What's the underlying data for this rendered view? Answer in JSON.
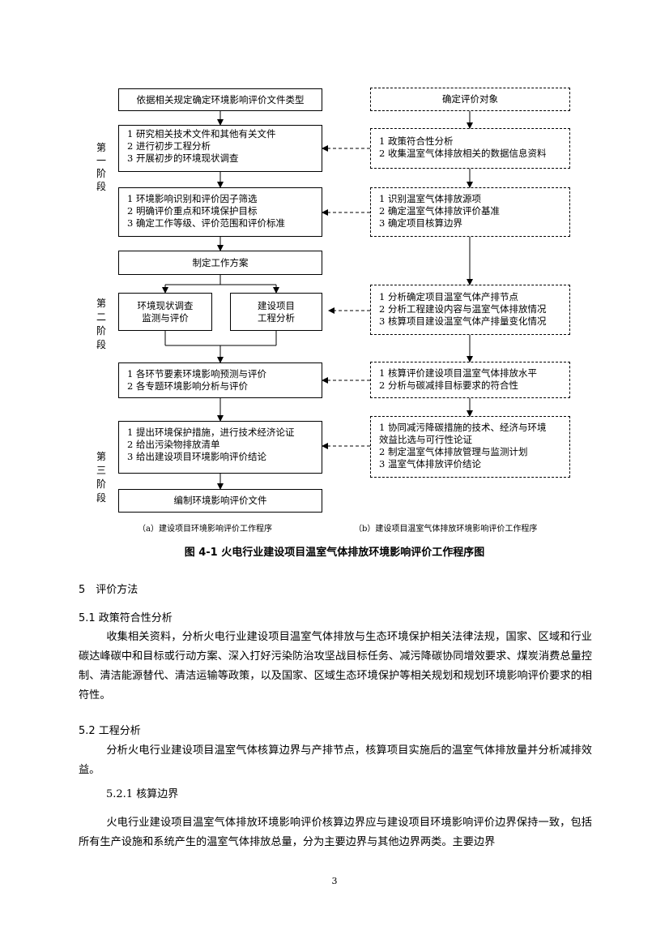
{
  "left_flow": {
    "box1": "依据相关规定确定环境影响评价文件类型",
    "box2": [
      "1 研究相关技术文件和其他有关文件",
      "2 进行初步工程分析",
      "3 开展初步的环境现状调查"
    ],
    "box3": [
      "1 环境影响识别和评价因子筛选",
      "2 明确评价重点和环境保护目标",
      "3 确定工作等级、评价范围和评价标准"
    ],
    "box4": "制定工作方案",
    "box5a": [
      "环境现状调查",
      "监测与评价"
    ],
    "box5b": [
      "建设项目",
      "工程分析"
    ],
    "box6": [
      "1 各环节要素环境影响预测与评价",
      "2 各专题环境影响分析与评价"
    ],
    "box7": [
      "1 提出环境保护措施，进行技术经济论证",
      "2 给出污染物排放清单",
      "3 给出建设项目环境影响评价结论"
    ],
    "box8": "编制环境影响评价文件"
  },
  "right_flow": {
    "box1": "确定评价对象",
    "box2": [
      "1 政策符合性分析",
      "2 收集温室气体排放相关的数据信息资料"
    ],
    "box3": [
      "1 识别温室气体排放源项",
      "2 确定温室气体排放评价基准",
      "3 确定项目核算边界"
    ],
    "box4": [
      "1 分析确定项目温室气体产排节点",
      "2 分析工程建设内容与温室气体排放情况",
      "3 核算项目建设温室气体产排量变化情况"
    ],
    "box5": [
      "1 核算评价建设项目温室气体排放水平",
      "2 分析与碳减排目标要求的符合性"
    ],
    "box6": [
      "1 协同减污降碳措施的技术、经济与环境",
      "效益比选与可行性论证",
      "2 制定温室气体排放管理与监测计划",
      "3 温室气体排放评价结论"
    ]
  },
  "stages": {
    "stage1": [
      "第",
      "一",
      "阶",
      "段"
    ],
    "stage2": [
      "第",
      "二",
      "阶",
      "段"
    ],
    "stage3": [
      "第",
      "三",
      "阶",
      "段"
    ]
  },
  "captions": {
    "a": "（a）建设项目环境影响评价工作程序",
    "b": "（b）建设项目温室气体排放环境影响评价工作程序"
  },
  "figure_title": "图 4-1 火电行业建设项目温室气体排放环境影响评价工作程序图",
  "section5": {
    "heading": "5　评价方法",
    "s51_heading": "5.1  政策符合性分析",
    "s51_text": "收集相关资料，分析火电行业建设项目温室气体排放与生态环境保护相关法律法规，国家、区域和行业碳达峰碳中和目标或行动方案、深入打好污染防治攻坚战目标任务、减污降碳协同增效要求、煤炭消费总量控制、清洁能源替代、清洁运输等政策，以及国家、区域生态环境保护等相关规划和规划环境影响评价要求的相符性。",
    "s52_heading": "5.2  工程分析",
    "s52_text": "分析火电行业建设项目温室气体核算边界与产排节点，核算项目实施后的温室气体排放量并分析减排效益。",
    "s521_heading": "5.2.1 核算边界",
    "s521_text": "火电行业建设项目温室气体排放环境影响评价核算边界应与建设项目环境影响评价边界保持一致，包括所有生产设施和系统产生的温室气体排放总量，分为主要边界与其他边界两类。主要边界"
  },
  "page_number": "3"
}
